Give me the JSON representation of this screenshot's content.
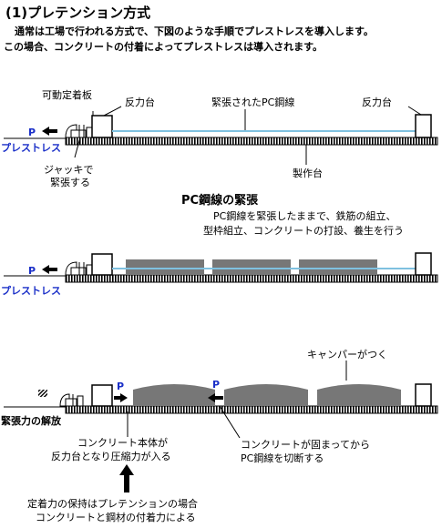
{
  "title": "(1)プレテンション方式",
  "intro": {
    "line1": "通常は工場で行われる方式で、下図のような手順でプレストレスを導入します。",
    "line2": "この場合、コンクリートの付着によってプレストレスは導入されます。"
  },
  "stage1": {
    "jack_frame_label": "可動定着板",
    "left_abutment_label": "反力台",
    "strand_label": "緊張されたPC鋼線",
    "right_abutment_label": "反力台",
    "force_label": "P",
    "prestress_label": "プレストレス",
    "jack_label_line1": "ジャッキで",
    "jack_label_line2": "緊張する",
    "bed_label": "製作台"
  },
  "stage2": {
    "title": "PC鋼線の緊張",
    "note_line1": "PC鋼線を緊張したままで、鉄筋の組立、",
    "note_line2": "型枠組立、コンクリートの打設、養生を行う",
    "force_label": "P",
    "prestress_label": "プレストレス"
  },
  "stage3": {
    "camber_label": "キャンパーがつく",
    "force_label_1": "P",
    "force_label_2": "P",
    "release_label": "緊張力の解放",
    "concrete_note_line1": "コンクリート本体が",
    "concrete_note_line2": "反力台となり圧縮力が入る",
    "cut_note_line1": "コンクリートが固まってから",
    "cut_note_line2": "PC鋼線を切断する",
    "anchorage_line1": "定着力の保持はプレテンションの場合",
    "anchorage_line2": "コンクリートと鋼材の付着力による"
  },
  "colors": {
    "strand": "#7fc1e0",
    "concrete": "#777777",
    "force": "#1a2fc8"
  }
}
